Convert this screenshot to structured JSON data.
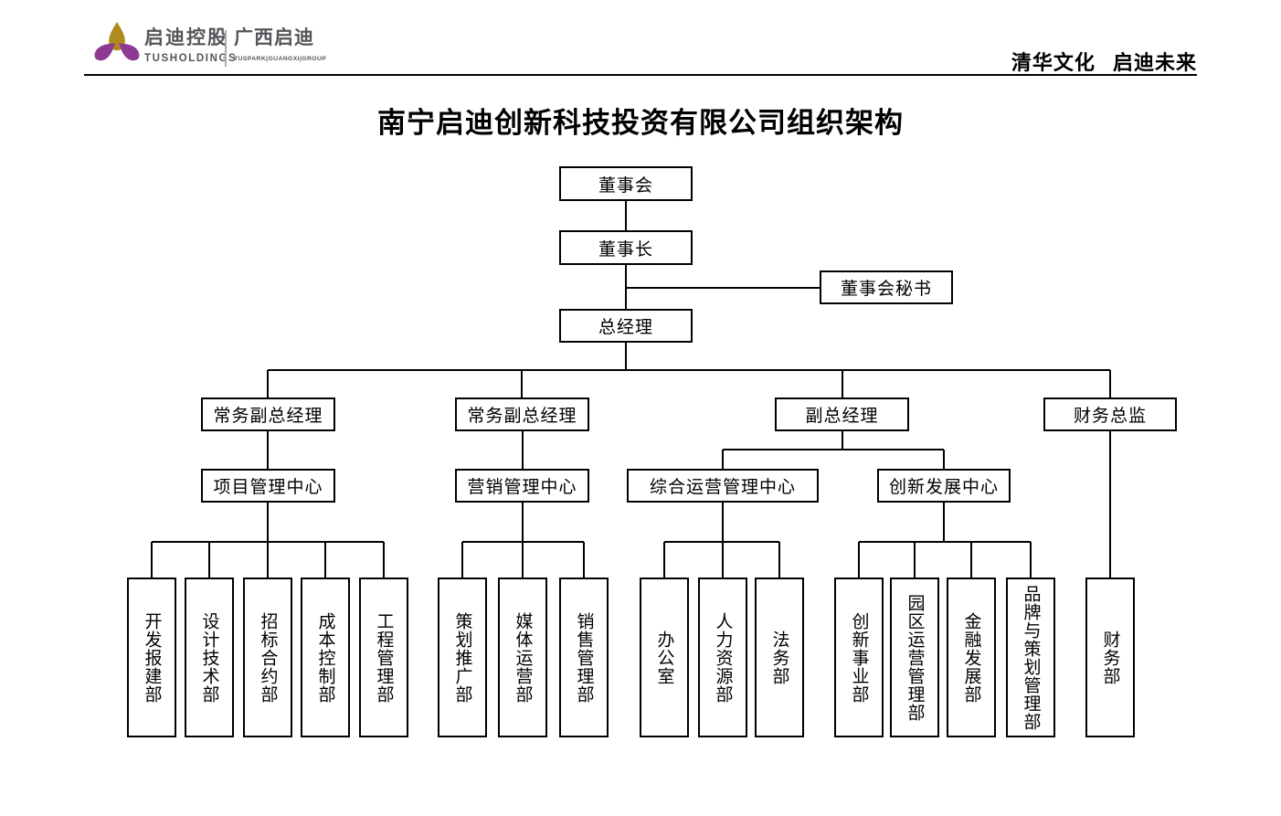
{
  "header": {
    "logo": {
      "icon": "tus-flower-icon",
      "icon_colors": {
        "gold": "#b08b1e",
        "purple": "#8c3a94"
      },
      "brand_cn": "启迪控股",
      "brand_en": "TUSHOLDINGS",
      "sub_brand_cn": "广西启迪",
      "sub_brand_en": "TUSPARK|GUANGXI|GROUP"
    },
    "slogan": "清华文化 启迪未来"
  },
  "title": "南宁启迪创新科技投资有限公司组织架构",
  "nodes": {
    "board": {
      "label": "董事会",
      "parent": null
    },
    "chairman": {
      "label": "董事长",
      "parent": "board"
    },
    "board_secretary": {
      "label": "董事会秘书",
      "parent": "chairman"
    },
    "general_manager": {
      "label": "总经理",
      "parent": "chairman"
    },
    "exec_deputy_gm_1": {
      "label": "常务副总经理",
      "parent": "general_manager"
    },
    "exec_deputy_gm_2": {
      "label": "常务副总经理",
      "parent": "general_manager"
    },
    "deputy_gm": {
      "label": "副总经理",
      "parent": "general_manager"
    },
    "finance_director": {
      "label": "财务总监",
      "parent": "general_manager"
    },
    "project_mgmt_center": {
      "label": "项目管理中心",
      "parent": "exec_deputy_gm_1"
    },
    "marketing_mgmt_center": {
      "label": "营销管理中心",
      "parent": "exec_deputy_gm_2"
    },
    "comprehensive_ops_mgmt_center": {
      "label": "综合运营管理中心",
      "parent": "deputy_gm"
    },
    "innovation_dev_center": {
      "label": "创新发展中心",
      "parent": "deputy_gm"
    },
    "dev_approval_dept": {
      "label": "开发报建部",
      "parent": "project_mgmt_center"
    },
    "design_tech_dept": {
      "label": "设计技术部",
      "parent": "project_mgmt_center"
    },
    "tender_contract_dept": {
      "label": "招标合约部",
      "parent": "project_mgmt_center"
    },
    "cost_control_dept": {
      "label": "成本控制部",
      "parent": "project_mgmt_center"
    },
    "engineering_mgmt_dept": {
      "label": "工程管理部",
      "parent": "project_mgmt_center"
    },
    "planning_promotion_dept": {
      "label": "策划推广部",
      "parent": "marketing_mgmt_center"
    },
    "media_operations_dept": {
      "label": "媒体运营部",
      "parent": "marketing_mgmt_center"
    },
    "sales_mgmt_dept": {
      "label": "销售管理部",
      "parent": "marketing_mgmt_center"
    },
    "office": {
      "label": "办公室",
      "parent": "comprehensive_ops_mgmt_center"
    },
    "hr_dept": {
      "label": "人力资源部",
      "parent": "comprehensive_ops_mgmt_center"
    },
    "legal_dept": {
      "label": "法务部",
      "parent": "comprehensive_ops_mgmt_center"
    },
    "innovation_business_dept": {
      "label": "创新事业部",
      "parent": "innovation_dev_center"
    },
    "park_ops_mgmt_dept": {
      "label": "园区运营管理部",
      "parent": "innovation_dev_center"
    },
    "financial_dev_dept": {
      "label": "金融发展部",
      "parent": "innovation_dev_center"
    },
    "brand_planning_mgmt_dept": {
      "label": "品牌与策划管理部",
      "parent": "innovation_dev_center"
    },
    "finance_dept": {
      "label": "财务部",
      "parent": "finance_director"
    }
  }
}
